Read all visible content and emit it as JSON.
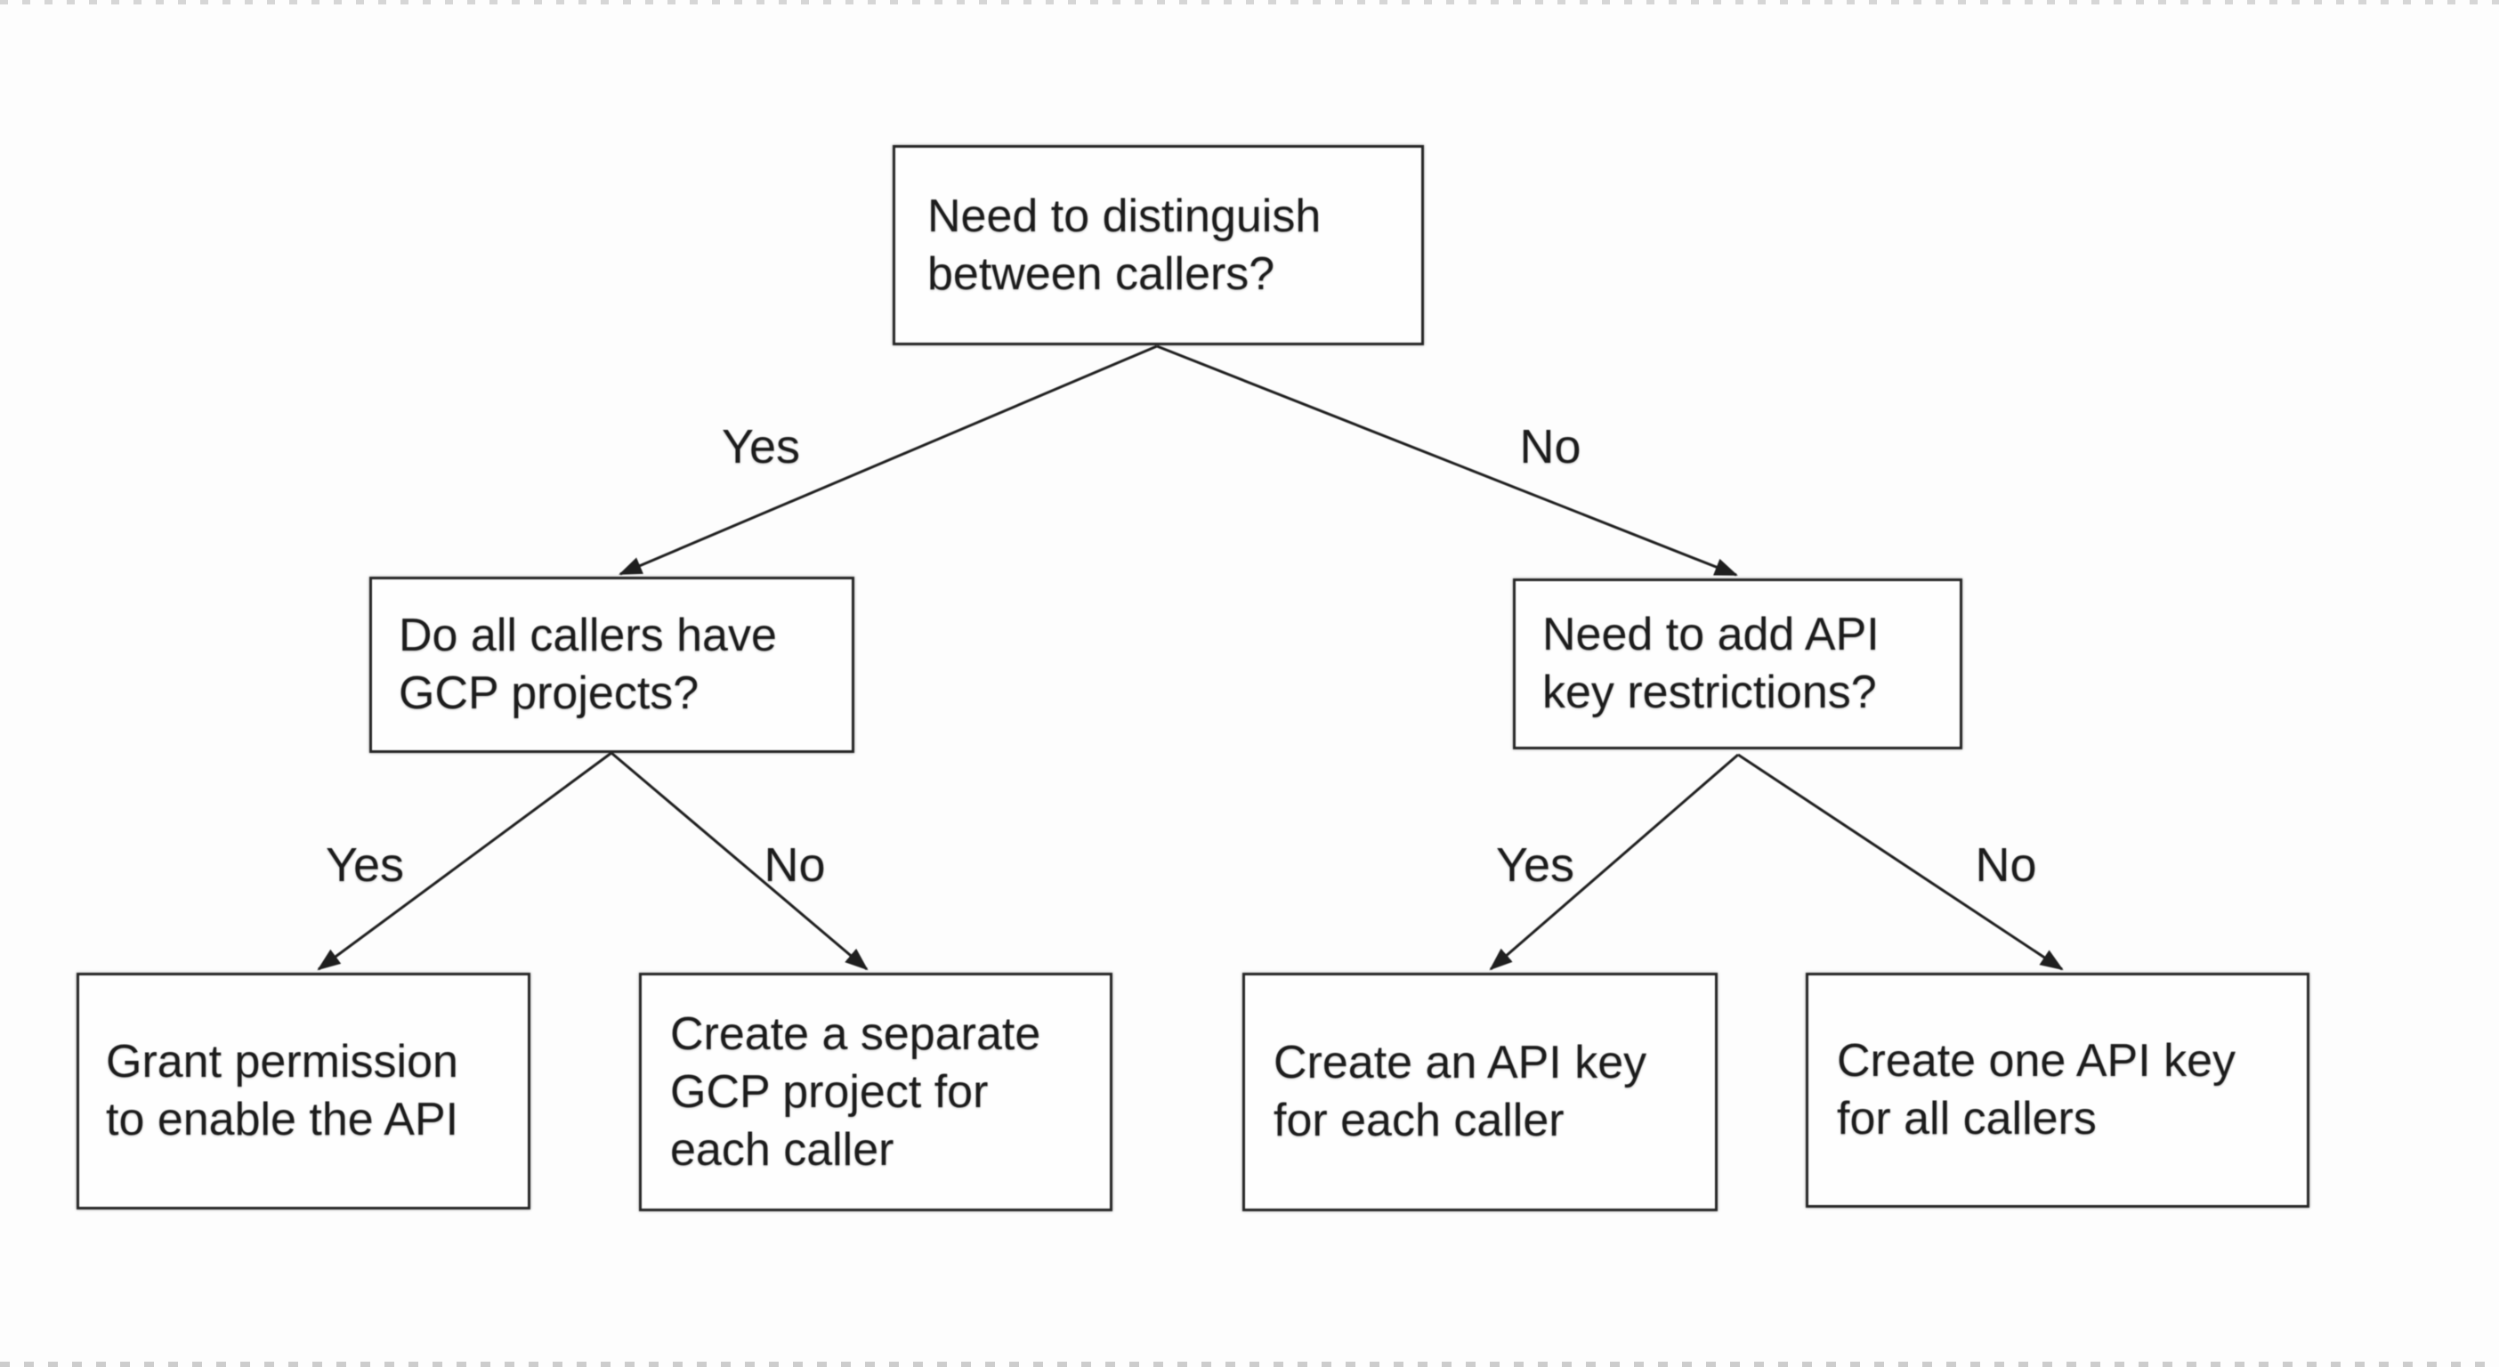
{
  "diagram": {
    "type": "decision-tree-flowchart",
    "topic": "Choosing between GCP projects and API keys for distinguishing API callers",
    "nodes": {
      "q1": {
        "role": "question",
        "lines": [
          "Need to distinguish",
          "between callers?"
        ]
      },
      "q2": {
        "role": "question",
        "lines": [
          "Do all callers have",
          "GCP projects?"
        ]
      },
      "q3": {
        "role": "question",
        "lines": [
          "Need to add API",
          "key restrictions?"
        ]
      },
      "a1": {
        "role": "outcome",
        "lines": [
          "Grant permission",
          "to enable the API"
        ]
      },
      "a2": {
        "role": "outcome",
        "lines": [
          "Create a separate",
          "GCP project for",
          "each caller"
        ]
      },
      "a3": {
        "role": "outcome",
        "lines": [
          "Create an API key",
          "for each caller"
        ]
      },
      "a4": {
        "role": "outcome",
        "lines": [
          "Create one API key",
          "for all callers"
        ]
      }
    },
    "edges": {
      "q1_yes": {
        "from": "q1",
        "to": "q2",
        "label": "Yes"
      },
      "q1_no": {
        "from": "q1",
        "to": "q3",
        "label": "No"
      },
      "q2_yes": {
        "from": "q2",
        "to": "a1",
        "label": "Yes"
      },
      "q2_no": {
        "from": "q2",
        "to": "a2",
        "label": "No"
      },
      "q3_yes": {
        "from": "q3",
        "to": "a3",
        "label": "Yes"
      },
      "q3_no": {
        "from": "q3",
        "to": "a4",
        "label": "No"
      }
    },
    "colors": {
      "background": "#fdfdfd",
      "node_fill": "#fefefe",
      "node_border": "#262626",
      "ink": "#1c1c1c",
      "arrow": "#1f1f1f"
    }
  }
}
